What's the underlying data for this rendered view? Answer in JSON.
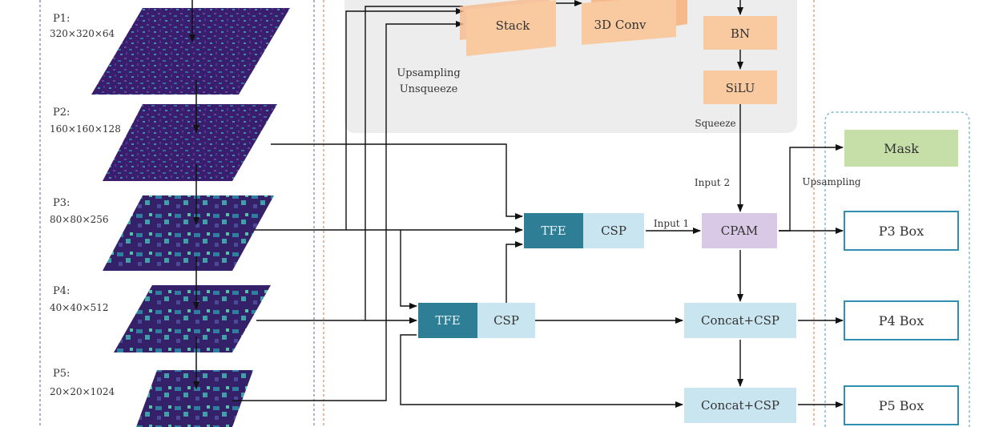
{
  "backbone": {
    "p1": {
      "name": "P1:",
      "dims": "320×320×64"
    },
    "p2": {
      "name": "P2:",
      "dims": "160×160×128"
    },
    "p3": {
      "name": "P3:",
      "dims": "80×80×256"
    },
    "p4": {
      "name": "P4:",
      "dims": "40×40×512"
    },
    "p5": {
      "name": "P5:",
      "dims": "20×20×1024"
    }
  },
  "fusion": {
    "stack": "Stack",
    "conv3d": "3D Conv",
    "bn": "BN",
    "silu": "SiLU",
    "upsampling": "Upsampling",
    "unsqueeze": "Unsqueeze",
    "squeeze": "Squeeze"
  },
  "neck": {
    "tfe_top": "TFE",
    "csp_top": "CSP",
    "tfe_bottom": "TFE",
    "csp_bottom": "CSP",
    "input1": "Input 1",
    "input2": "Input 2",
    "cpam": "CPAM",
    "concat1": "Concat+CSP",
    "concat2": "Concat+CSP",
    "upsampling": "Upsampling"
  },
  "heads": {
    "mask": "Mask",
    "p3": "P3 Box",
    "p4": "P4 Box",
    "p5": "P5 Box"
  },
  "colors": {
    "orange": "#f9c9a0",
    "tfe": "#2e7f96",
    "csp": "#c9e6f0",
    "cpam": "#d9c9e6",
    "mask": "#c6dfa8",
    "panel": "#ededed",
    "feature": "#3b1d6e"
  }
}
